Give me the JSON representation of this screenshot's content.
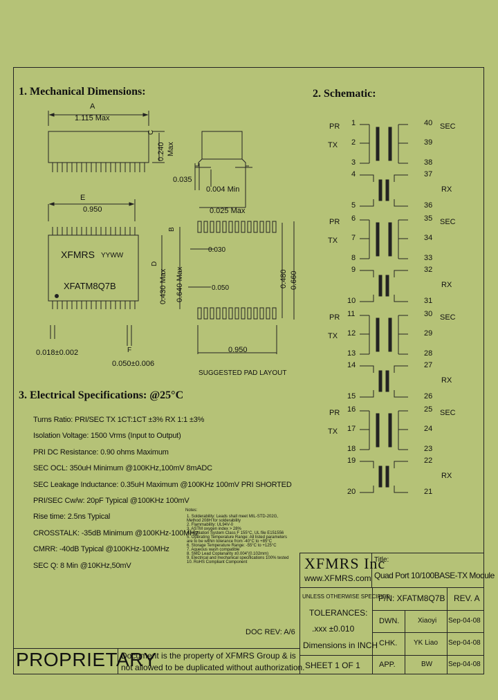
{
  "sections": {
    "mechanical": "1. Mechanical Dimensions:",
    "schematic": "2. Schematic:",
    "electrical": "3. Electrical Specifications: @25°C"
  },
  "dimensions": {
    "a_label": "A",
    "a_value": "1.115 Max",
    "c_label": "C",
    "c_value": "0.240",
    "c_max": "Max",
    "lead_offset": "0.035",
    "min_gap": "0.004 Min",
    "max_025": "0.025 Max",
    "e_label": "E",
    "e_value": "0.950",
    "top_mark_1": "XFMRS",
    "top_mark_2": "YYWW",
    "part_mark": "XFATM8Q7B",
    "d_label": "D",
    "d_value": "0.430 Max",
    "b_label": "B",
    "b_value": "0.640 Max",
    "pad_pitch": "0.030",
    "pad_width": "0.050",
    "pad_h1": "0.480",
    "pad_h2": "0.660",
    "pad_span": "0.950",
    "lead_w": "0.018±0.002",
    "f_label": "F",
    "f_value": "0.050±0.006",
    "suggested": "SUGGESTED PAD LAYOUT"
  },
  "schematic": {
    "blocks": [
      {
        "pr": "PR",
        "tx": "TX",
        "rx": "RX",
        "sec": "SEC",
        "left": [
          "1",
          "2",
          "3",
          "4",
          "5"
        ],
        "right": [
          "40",
          "39",
          "38",
          "37",
          "36"
        ]
      },
      {
        "pr": "PR",
        "tx": "TX",
        "rx": "RX",
        "sec": "SEC",
        "left": [
          "6",
          "7",
          "8",
          "9",
          "10"
        ],
        "right": [
          "35",
          "34",
          "33",
          "32",
          "31"
        ]
      },
      {
        "pr": "PR",
        "tx": "TX",
        "rx": "RX",
        "sec": "SEC",
        "left": [
          "11",
          "12",
          "13",
          "14",
          "15"
        ],
        "right": [
          "30",
          "29",
          "28",
          "27",
          "26"
        ]
      },
      {
        "pr": "PR",
        "tx": "TX",
        "rx": "RX",
        "sec": "SEC",
        "left": [
          "16",
          "17",
          "18",
          "19",
          "20"
        ],
        "right": [
          "25",
          "24",
          "23",
          "22",
          "21"
        ]
      }
    ]
  },
  "electrical": {
    "specs": [
      "Turns Ratio: PRI/SEC TX 1CT:1CT ±3%  RX 1:1 ±3%",
      "Isolation Voltage: 1500 Vrms (Input to Output)",
      "PRI DC Resistance: 0.90 ohms Maximum",
      "SEC OCL: 350uH Minimum @100KHz,100mV 8mADC",
      "SEC Leakage Inductance: 0.35uH Maximum @100KHz 100mV PRI SHORTED",
      "PRI/SEC Cw/w: 20pF Typical @100KHz 100mV",
      "Rise time: 2.5ns Typical",
      "CROSSTALK: -35dB Minimum @100KHz-100MHz",
      "CMRR: -40dB Typical @100KHz-100MHz",
      "SEC Q: 8 Min @10KHz,50mV"
    ],
    "notes_title": "Notes:",
    "notes": [
      "1. Solderability: Leads shall meet MIL-STD-202G,",
      "   Method 208H for solderability",
      "2. Flammability: UL94V-0",
      "3. ASTM oxygen index > 28%",
      "4. Insulation System Class F 155°C, UL file E151556",
      "5. Operating Temperature Range: All listed parameters",
      "   are to be within tolerance from -40°C to +85°C",
      "6. Storage Temperature Range: -55°C to +125°C",
      "7. Aqueous wash compatible",
      "8. SMD Lead Coplanarity ±0.004\"(0.102mm)",
      "9. Electrical and mechanical specifications 100% tested",
      "10. RoHS Compliant Component"
    ],
    "doc_rev": "DOC REV: A/6"
  },
  "title_block": {
    "company": "XFMRS Inc",
    "url": "www.XFMRS.com",
    "title_label": "Title:",
    "title": "Quad Port 10/100BASE-TX Module",
    "unless": "UNLESS OTHERWISE SPECIFIED",
    "tolerances": "TOLERANCES:",
    "tol_value": ".xxx ±0.010",
    "dimensions": "Dimensions in INCH",
    "pn": "P/N: XFATM8Q7B",
    "rev": "REV. A",
    "dwn": "DWN.",
    "dwn_name": "Xiaoyi",
    "dwn_date": "Sep-04-08",
    "chk": "CHK.",
    "chk_name": "YK Liao",
    "chk_date": "Sep-04-08",
    "app": "APP.",
    "app_name": "BW",
    "app_date": "Sep-04-08",
    "sheet": "SHEET  1  OF  1"
  },
  "proprietary": {
    "word": "PROPRIETARY",
    "line1": "Document is the property of XFMRS Group & is",
    "line2": "not allowed to be duplicated without authorization."
  }
}
